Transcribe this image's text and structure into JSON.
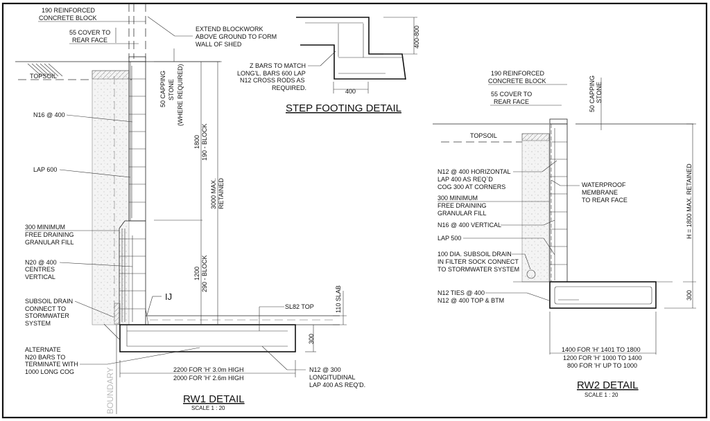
{
  "sheet": {
    "border_color": "#111111"
  },
  "rw1": {
    "title": "RW1 DETAIL",
    "scale": "SCALE 1 : 20",
    "labels": {
      "block_190_l1": "190 REINFORCED",
      "block_190_l2": "CONCRETE BLOCK",
      "cover_l1": "55 COVER TO",
      "cover_l2": "REAR FACE",
      "extend_l1": "EXTEND BLOCKWORK",
      "extend_l2": "ABOVE GROUND TO FORM",
      "extend_l3": "WALL OF SHED",
      "topsoil": "TOPSOIL",
      "n16": "N16 @ 400",
      "lap600": "LAP 600",
      "fill_l1": "300 MINIMUM",
      "fill_l2": "FREE DRAINING",
      "fill_l3": "GRANULAR FILL",
      "n20_l1": "N20 @ 400",
      "n20_l2": "CENTRES",
      "n20_l3": "VERTICAL",
      "drain_l1": "SUBSOIL DRAIN",
      "drain_l2": "CONNECT TO",
      "drain_l3": "STORMWATER",
      "drain_l4": "SYSTEM",
      "alt_l1": "ALTERNATE",
      "alt_l2": "N20 BARS TO",
      "alt_l3": "TERMINATE  WITH",
      "alt_l4": "1000 LONG COG",
      "ij": "IJ",
      "sl82": "SL82 TOP",
      "n12_l1": "N12 @ 300",
      "n12_l2": "LONGITUDINAL",
      "n12_l3": "LAP 400 AS REQ'D.",
      "boundary": "BOUNDARY",
      "capping_l1": "50 CAPPING",
      "capping_l2": "STONE",
      "capping_l3": "(WHERE REQUIRED)",
      "dim_1800": "1800",
      "dim_190block": "190 - BLOCK",
      "dim_1200": "1200",
      "dim_290block": "290 - BLOCK",
      "dim_3000_l1": "3000 MAX.",
      "dim_3000_l2": "RETAINED",
      "dim_110slab": "110 SLAB",
      "dim_300": "300",
      "base_l1": "2200 FOR 'H' 3.0m HIGH",
      "base_l2": "2000 FOR 'H' 2.6m HIGH"
    }
  },
  "step": {
    "title": "STEP FOOTING DETAIL",
    "labels": {
      "z_l1": "Z BARS TO MATCH",
      "z_l2": "LONG'L. BARS 600 LAP",
      "z_l3": "N12 CROSS RODS AS",
      "z_l4": "REQUIRED.",
      "dim_400": "400",
      "dim_400_800": "400-800"
    }
  },
  "rw2": {
    "title": "RW2 DETAIL",
    "scale": "SCALE 1 : 20",
    "labels": {
      "block_190_l1": "190 REINFORCED",
      "block_190_l2": "CONCRETE BLOCK",
      "cover_l1": "55 COVER TO",
      "cover_l2": "REAR FACE",
      "capping_l1": "50 CAPPING",
      "capping_l2": "STONE",
      "topsoil": "TOPSOIL",
      "n12h_l1": "N12 @ 400 HORIZONTAL",
      "n12h_l2": "LAP 400 AS REQ`D",
      "n12h_l3": "COG 300 AT CORNERS",
      "wp_l1": "WATERPROOF",
      "wp_l2": "MEMBRANE",
      "wp_l3": "TO REAR FACE",
      "fill_l1": "300 MINIMUM",
      "fill_l2": "FREE DRAINING",
      "fill_l3": "GRANULAR FILL",
      "n16v": "N16 @ 400 VERTICAL",
      "lap500": "LAP 500",
      "drain_l1": "100 DIA. SUBSOIL DRAIN",
      "drain_l2": "IN FILTER SOCK CONNECT",
      "drain_l3": "TO STORMWATER SYSTEM",
      "ties_l1": "N12 TIES @ 400",
      "ties_l2": "N12 @ 400 TOP & BTM",
      "dim_h": "H = 1800 MAX. RETAINED",
      "dim_300": "300",
      "base_l1": "1400  FOR  'H'  1401 TO 1800",
      "base_l2": "1200  FOR 'H' 1000 TO 1400",
      "base_l3": "800  FOR 'H' UP TO 1000"
    }
  }
}
